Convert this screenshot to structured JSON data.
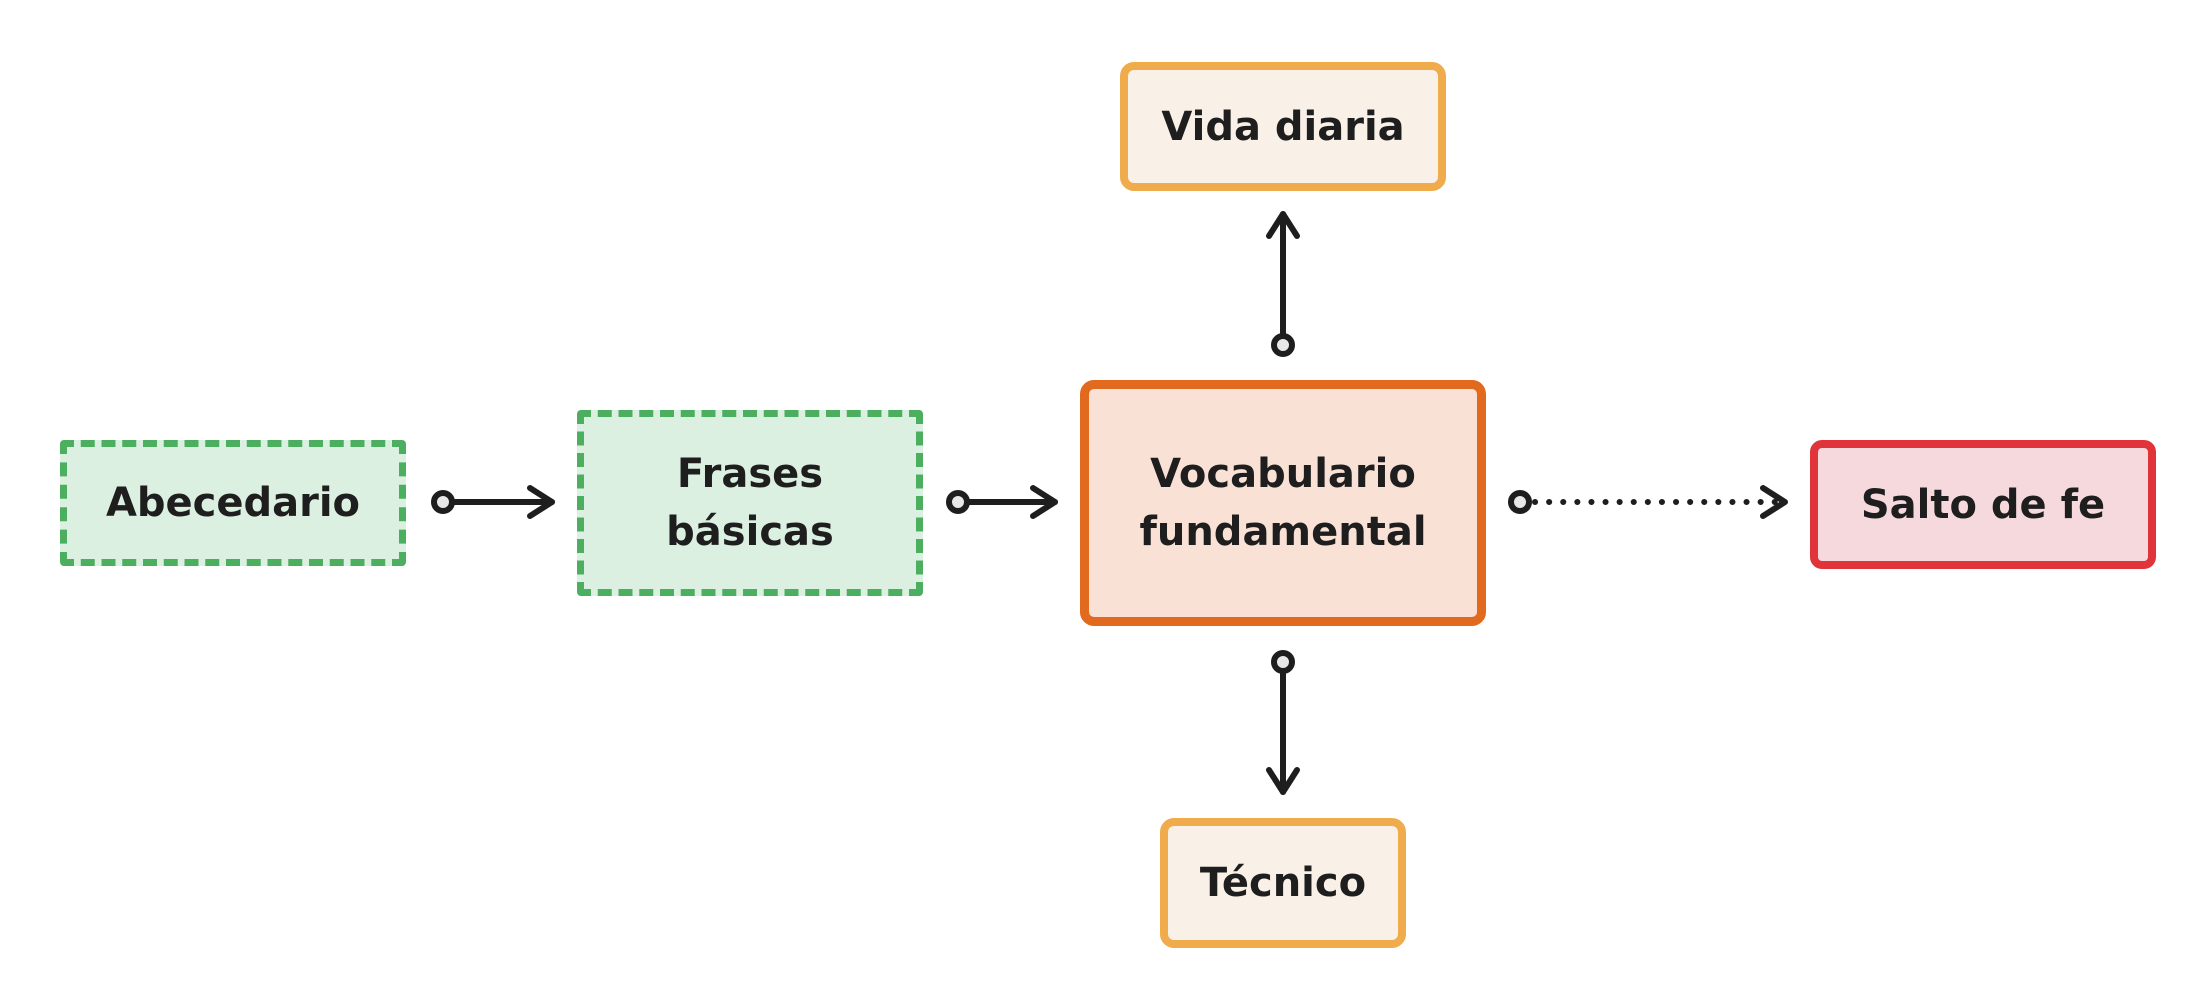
{
  "diagram": {
    "nodes": [
      {
        "id": "abecedario",
        "label": "Abecedario",
        "style": "dashed-green"
      },
      {
        "id": "frases",
        "label": "Frases\nbásicas",
        "style": "dashed-green"
      },
      {
        "id": "vocabulario",
        "label": "Vocabulario\nfundamental",
        "style": "solid-orange"
      },
      {
        "id": "vida",
        "label": "Vida diaria",
        "style": "solid-amber"
      },
      {
        "id": "tecnico",
        "label": "Técnico",
        "style": "solid-amber"
      },
      {
        "id": "salto",
        "label": "Salto de fe",
        "style": "solid-red"
      }
    ],
    "edges": [
      {
        "from": "abecedario",
        "to": "frases",
        "line": "solid"
      },
      {
        "from": "frases",
        "to": "vocabulario",
        "line": "solid"
      },
      {
        "from": "vocabulario",
        "to": "vida",
        "line": "solid"
      },
      {
        "from": "vocabulario",
        "to": "tecnico",
        "line": "solid"
      },
      {
        "from": "vocabulario",
        "to": "salto",
        "line": "dotted"
      }
    ]
  },
  "colors": {
    "green_stroke": "#4caf5f",
    "green_fill": "#dcf0e1",
    "orange_stroke": "#e26a1e",
    "orange_fill": "#f9e2d5",
    "amber_stroke": "#f0ab4c",
    "amber_fill": "#f9f0e7",
    "red_stroke": "#e0333a",
    "red_fill": "#f6d9dc",
    "edge": "#1e1e1e"
  }
}
